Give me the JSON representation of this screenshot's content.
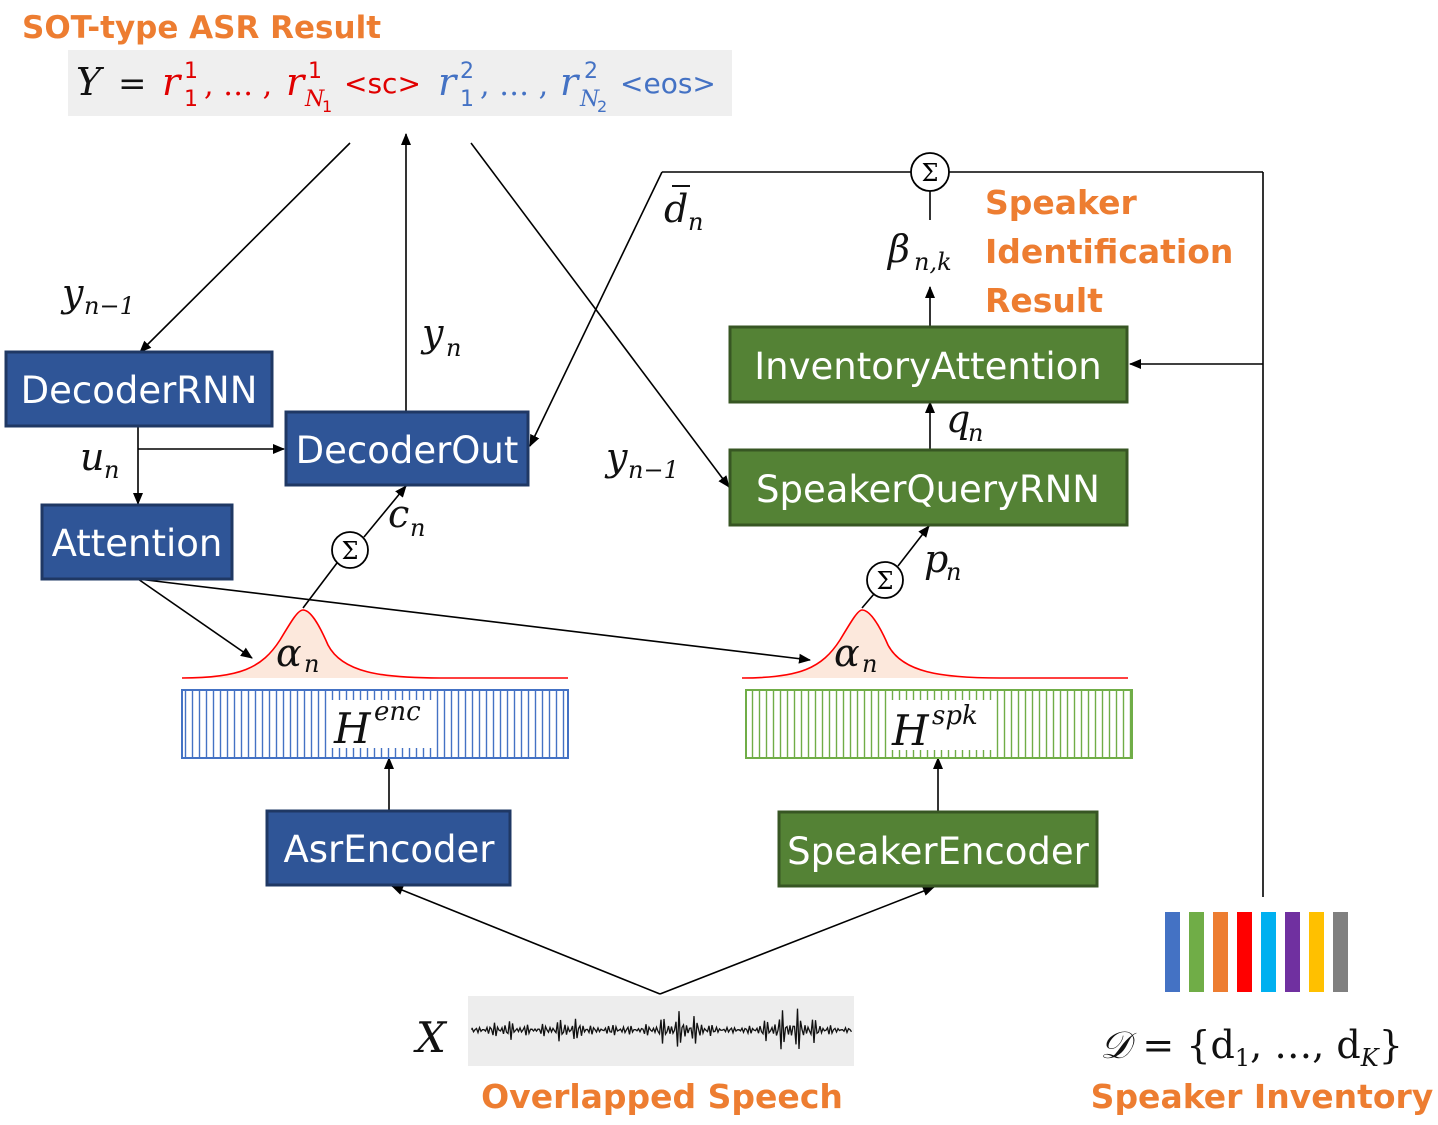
{
  "title": "SOT-type ASR Result",
  "output_sequence": {
    "y": "Y",
    "eq": "=",
    "spk1_first": "r",
    "spk1_first_sup": "1",
    "spk1_first_sub": "1",
    "sep1": ", … ,",
    "spk1_last": "r",
    "spk1_last_sup": "1",
    "spk1_last_sub": "N",
    "spk1_last_subsub": "1",
    "sc_token": "<sc>",
    "spk2_first": "r",
    "spk2_first_sup": "2",
    "spk2_first_sub": "1",
    "sep2": ", … ,",
    "spk2_last": "r",
    "spk2_last_sup": "2",
    "spk2_last_sub": "N",
    "spk2_last_subsub": "2",
    "eos_token": "<eos>"
  },
  "blocks": {
    "decoder_rnn": "DecoderRNN",
    "decoder_out": "DecoderOut",
    "attention": "Attention",
    "asr_encoder": "AsrEncoder",
    "inventory_attention": "InventoryAttention",
    "speaker_query_rnn": "SpeakerQueryRNN",
    "speaker_encoder": "SpeakerEncoder"
  },
  "features": {
    "h_enc": "H",
    "h_enc_sup": "enc",
    "h_spk": "H",
    "h_spk_sup": "spk"
  },
  "labels": {
    "y_prev_left": "y",
    "y_prev_left_sub": "n−1",
    "y_n": "y",
    "y_n_sub": "n",
    "u_n": "u",
    "u_n_sub": "n",
    "c_n": "c",
    "c_n_sub": "n",
    "alpha_left": "α",
    "alpha_left_sub": "n",
    "alpha_right": "α",
    "alpha_right_sub": "n",
    "d_bar": "d",
    "d_bar_sub": "n",
    "y_prev_right": "y",
    "y_prev_right_sub": "n−1",
    "q_n": "q",
    "q_n_sub": "n",
    "p_n": "p",
    "p_n_sub": "n",
    "beta": "β",
    "beta_sub": "n,k",
    "x": "X",
    "sum": "Σ"
  },
  "speaker_id_result": [
    "Speaker",
    "Identification",
    "Result"
  ],
  "overlapped_speech": "Overlapped Speech",
  "inventory": {
    "set": "𝒟",
    "formula": " = {d",
    "sub1": "1",
    "mid": ", …, d",
    "subK": "K",
    "close": "}",
    "label": "Speaker Inventory",
    "colors": [
      "#4472C4",
      "#70AD47",
      "#ED7D31",
      "#FF0000",
      "#00B0F0",
      "#7030A0",
      "#FFC000",
      "#808080"
    ]
  },
  "colors": {
    "blue_block": "#2F5597",
    "blue_border": "#1F3864",
    "green_block": "#548235",
    "green_border": "#375623",
    "orange_text": "#ED7D31",
    "spk1_red": "#E00000",
    "spk2_blue": "#4472C4",
    "enc_stripes": "#4472C4",
    "spk_stripes": "#70AD47",
    "attention_curve": "#FF0000"
  }
}
